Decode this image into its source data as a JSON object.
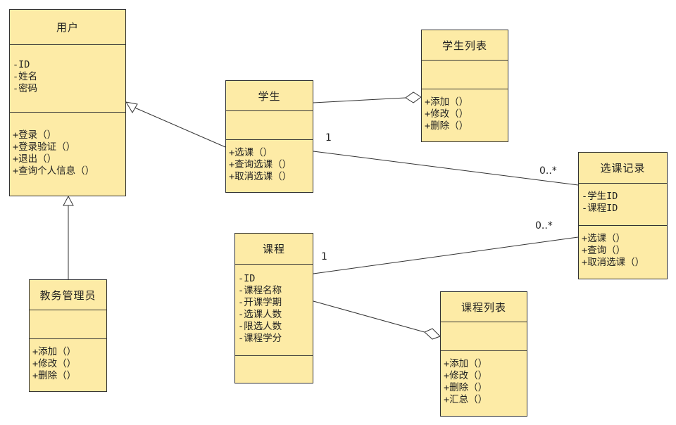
{
  "classes": {
    "user": {
      "name": "用户",
      "attributes": [
        "-ID",
        "-姓名",
        "-密码"
      ],
      "methods": [
        "+登录（）",
        "+登录验证（）",
        "+退出（）",
        "+查询个人信息（）"
      ]
    },
    "student": {
      "name": "学生",
      "attributes": [],
      "methods": [
        "+选课（）",
        "+查询选课（）",
        "+取消选课（）"
      ]
    },
    "student_list": {
      "name": "学生列表",
      "attributes": [],
      "methods": [
        "+添加（）",
        "+修改（）",
        "+删除（）"
      ]
    },
    "enrollment": {
      "name": "选课记录",
      "attributes": [
        "-学生ID",
        "-课程ID"
      ],
      "methods": [
        "+选课（）",
        "+查询（）",
        "+取消选课（）"
      ]
    },
    "course": {
      "name": "课程",
      "attributes": [
        "-ID",
        "-课程名称",
        "-开课学期",
        "-选课人数",
        "-限选人数",
        "-课程学分"
      ],
      "methods": []
    },
    "course_list": {
      "name": "课程列表",
      "attributes": [],
      "methods": [
        "+添加（）",
        "+修改（）",
        "+删除（）",
        "+汇总（）"
      ]
    },
    "admin": {
      "name": "教务管理员",
      "attributes": [],
      "methods": [
        "+添加（）",
        "+修改（）",
        "+删除（）"
      ]
    }
  },
  "multiplicities": {
    "student_end": "1",
    "enrollment_student_end": "0..*",
    "course_end": "1",
    "enrollment_course_end": "0..*"
  },
  "colors": {
    "class_fill": "#fdeba6",
    "line": "#333333"
  }
}
